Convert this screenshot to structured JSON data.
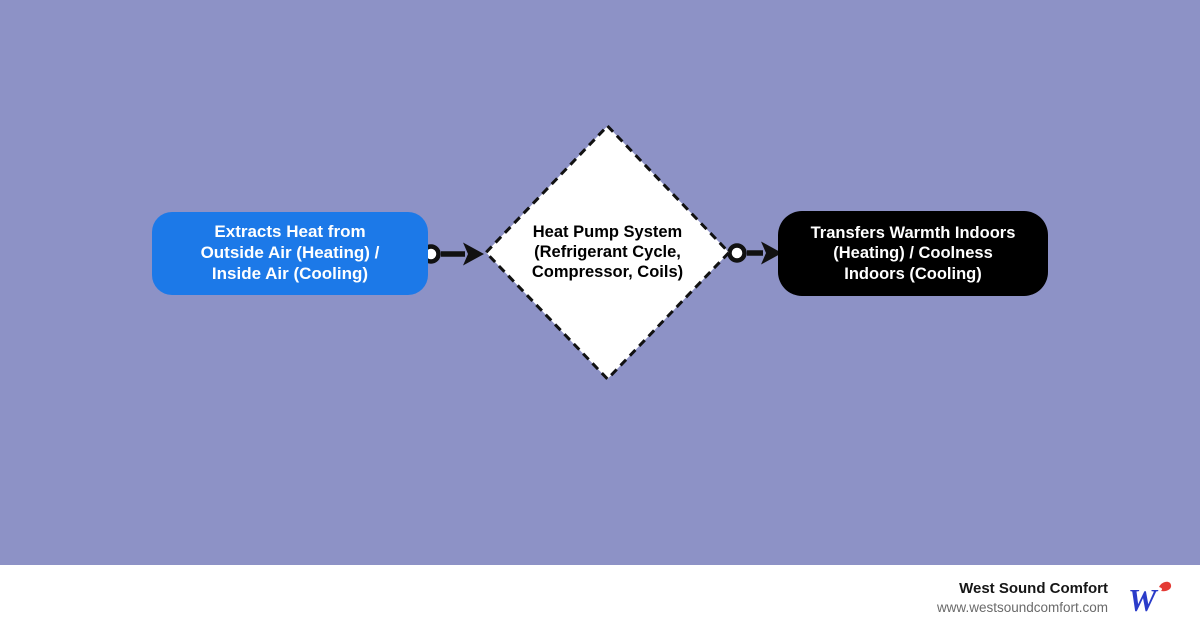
{
  "colors": {
    "background": "#8d92c6",
    "node_input_fill": "#1c79e8",
    "node_output_fill": "#000000",
    "diamond_fill": "#ffffff",
    "connector": "#111111",
    "logo_blue": "#2b3cc9",
    "logo_red": "#e43b35"
  },
  "diagram": {
    "nodes": {
      "input": {
        "label": "Extracts Heat from Outside Air (Heating) / Inside Air (Cooling)",
        "lines": [
          "Extracts Heat from",
          "Outside Air (Heating) /",
          "Inside Air (Cooling)"
        ],
        "shape": "rounded-rectangle",
        "fill": "#1c79e8",
        "text_color": "#ffffff"
      },
      "process": {
        "label": "Heat Pump System (Refrigerant Cycle, Compressor, Coils)",
        "lines": [
          "Heat Pump System",
          "(Refrigerant Cycle,",
          "Compressor, Coils)"
        ],
        "shape": "diamond-dashed",
        "fill": "#ffffff",
        "text_color": "#000000"
      },
      "output": {
        "label": "Transfers Warmth Indoors (Heating) / Coolness Indoors (Cooling)",
        "lines": [
          "Transfers Warmth Indoors",
          "(Heating) / Coolness",
          "Indoors (Cooling)"
        ],
        "shape": "rounded-rectangle",
        "fill": "#000000",
        "text_color": "#ffffff"
      }
    },
    "connectors": [
      {
        "from": "input",
        "to": "process",
        "style": "dot-start-arrow-end"
      },
      {
        "from": "process",
        "to": "output",
        "style": "dot-start-arrow-end"
      }
    ]
  },
  "footer": {
    "brand_name": "West Sound Comfort",
    "website": "www.westsoundcomfort.com",
    "logo_letter": "W"
  }
}
